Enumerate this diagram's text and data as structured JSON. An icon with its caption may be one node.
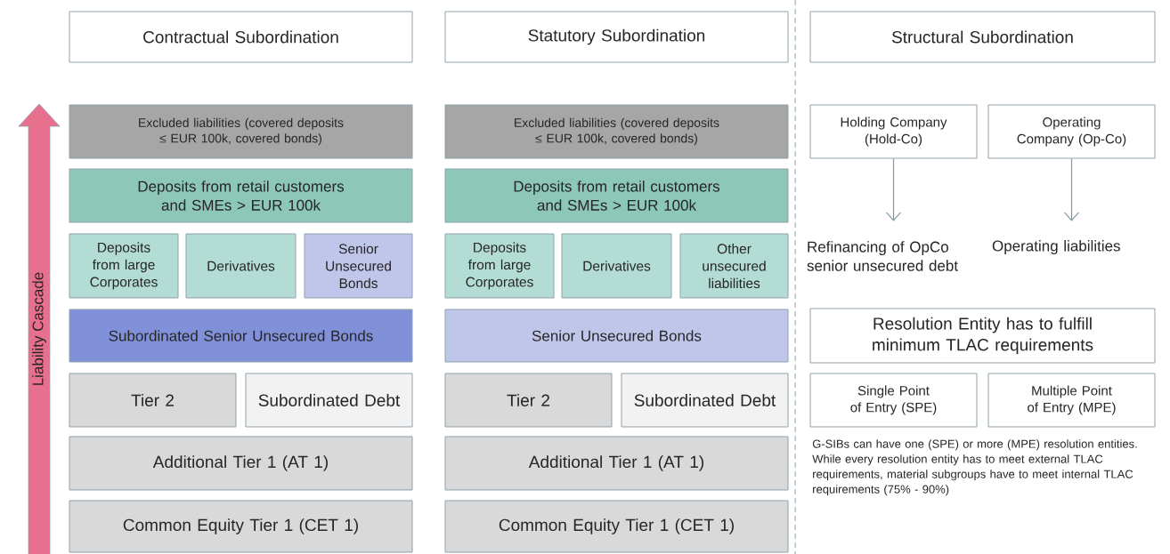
{
  "diagram": {
    "nodes": [
      {
        "text": [
          "Contractual Subordination"
        ]
      },
      {
        "text": [
          "Statutory Subordination"
        ]
      },
      {
        "text": [
          "Structural Subordination"
        ]
      },
      {
        "text": [
          "Excluded liabilities (covered deposits ≤ EUR 100k, covered bonds)"
        ]
      },
      {
        "text": [
          "Deposits from retail customers and SMEs > EUR 100k"
        ]
      },
      {
        "text": [
          "Deposits from large Corporates"
        ]
      },
      {
        "text": [
          "Derivatives"
        ]
      },
      {
        "text": [
          "Senior Unsecured Bonds"
        ]
      },
      {
        "text": [
          "Subordinated Senior Unsecured Bonds"
        ]
      },
      {
        "text": [
          "Tier 2"
        ]
      },
      {
        "text": [
          "Subordinated Debt"
        ]
      },
      {
        "text": [
          "Additional Tier 1 (AT 1)"
        ]
      },
      {
        "text": [
          "Common Equity Tier 1 (CET 1)"
        ]
      },
      {
        "text": [
          "Excluded liabilities (covered deposits ≤ EUR 100k, covered bonds)"
        ]
      },
      {
        "text": [
          "Deposits from retail customers and SMEs > EUR 100k"
        ]
      },
      {
        "text": [
          "Deposits from large Corporates"
        ]
      },
      {
        "text": [
          "Derivatives"
        ]
      },
      {
        "text": [
          "Other unsecured liabilities"
        ]
      },
      {
        "text": [
          "Senior Unsecured Bonds"
        ]
      },
      {
        "text": [
          "Tier 2"
        ]
      },
      {
        "text": [
          "Subordinated Debt"
        ]
      },
      {
        "text": [
          "Additional Tier 1 (AT 1)"
        ]
      },
      {
        "text": [
          "Common Equity Tier 1 (CET 1)"
        ]
      },
      {
        "text": [
          "Holding Company (Hold-Co)"
        ]
      },
      {
        "text": [
          "Operating Company (Op-Co)"
        ]
      },
      {
        "text": [
          "Refinancing of OpCo senior unsecured debt"
        ]
      },
      {
        "text": [
          "Operating liabilities"
        ]
      },
      {
        "text": [
          "Resolution Entity has to fulfill minimum TLAC requirements"
        ]
      },
      {
        "text": [
          "Single Point of Entry (SPE)"
        ]
      },
      {
        "text": [
          "Multiple Point of Entry (MPE)"
        ]
      }
    ],
    "edges": [
      {
        "from": 23,
        "to": 25,
        "arrow": "to"
      },
      {
        "from": 24,
        "to": 26,
        "arrow": "to"
      }
    ],
    "labels": [
      "Liability Cascade",
      "G-SIBs can have one (SPE) or more (MPE) resolution entities.",
      "While every resolution entity has to meet external TLAC requirements, material subgroups have to meet internal TLAC requirements (75% - 90%)"
    ]
  }
}
